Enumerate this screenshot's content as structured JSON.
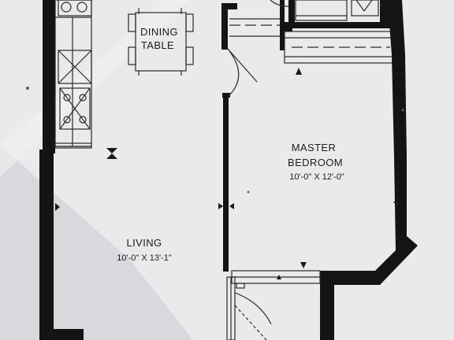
{
  "rooms": {
    "dining": {
      "line1": "DINING",
      "line2": "TABLE"
    },
    "master_bedroom": {
      "line1": "MASTER",
      "line2": "BEDROOM",
      "dims": "10'-0\" X 12'-0\""
    },
    "living": {
      "name": "LIVING",
      "dims": "10'-0\" X 13'-1\""
    }
  },
  "colors": {
    "wall": "#141414",
    "paper": "#e9eaec",
    "shadow": "#d5d7db"
  }
}
